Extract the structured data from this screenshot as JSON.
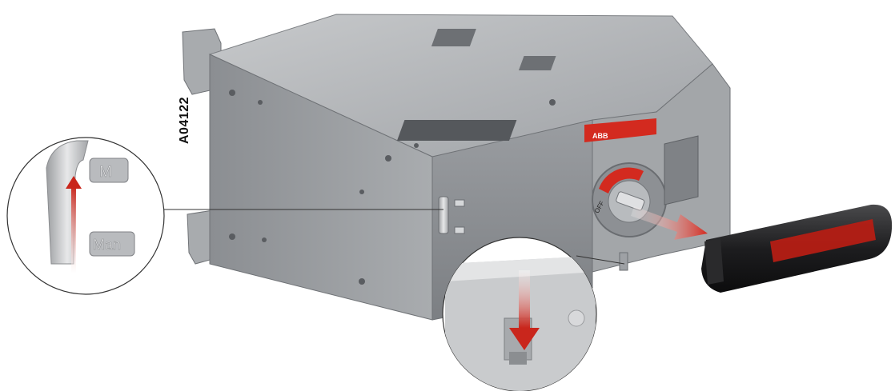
{
  "figure": {
    "code": "A04122",
    "brand_text": "ABB",
    "switch_labels": {
      "manual": "Man",
      "motor": "M"
    },
    "dial_mark": "OFF"
  },
  "colors": {
    "background": "#ffffff",
    "housing": "#8f9296",
    "housing_top": "#b3b6b9",
    "housing_dark": "#6f7276",
    "accent_red": "#d32a1f",
    "handle": "#1d1d1f"
  },
  "icons": [
    "upward-arrow",
    "downward-arrow",
    "pull-out-arrow"
  ]
}
